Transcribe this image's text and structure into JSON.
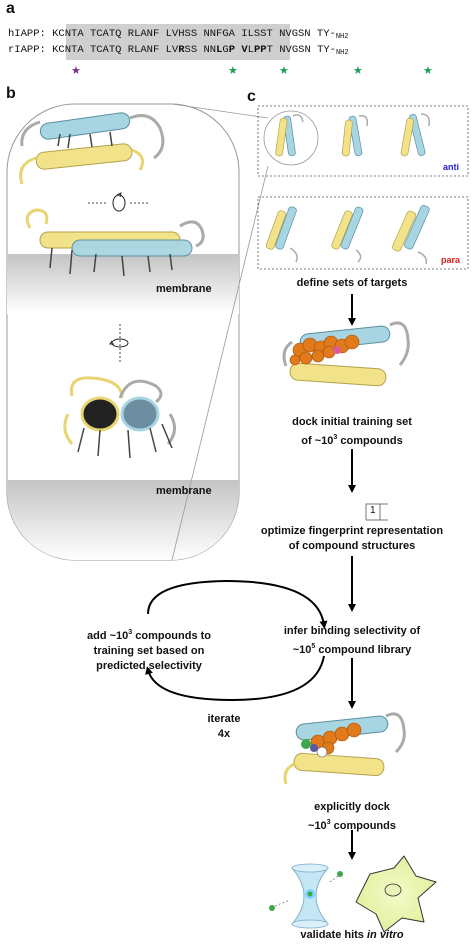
{
  "panels": {
    "a": "a",
    "b": "b",
    "c": "c"
  },
  "sequences": {
    "h_label": "hIAPP:",
    "r_label": "rIAPP:",
    "h_blocks": [
      "KCNTA",
      "TCATQ",
      "RLANF",
      "LVHSS",
      "NNFGA",
      "ILSST",
      "NVGSN",
      "TY-"
    ],
    "r_blocks": [
      "KCNTA",
      "TCATQ",
      "RLANF",
      "LVRSS",
      "NNLGP",
      "VLPPT",
      "NVGSN",
      "TY-"
    ],
    "c_terminal": "NH2"
  },
  "membrane_label": "membrane",
  "tags": {
    "anti": "anti",
    "para": "para"
  },
  "steps": {
    "define": "define sets of  targets",
    "dock1": "dock initial training set",
    "dock2_pre": "of ~10",
    "dock2_sup": "3",
    "dock2_post": " compounds",
    "box_num": "1",
    "opt1": "optimize fingerprint representation",
    "opt2": "of compound structures",
    "infer1": "infer binding selectivity of",
    "infer2_pre": "~10",
    "infer2_sup": "5",
    "infer2_post": " compound library",
    "add1_pre": "add ~10",
    "add1_sup": "3",
    "add1_post": " compounds to",
    "add2": "training set based on",
    "add3": "predicted selectivity",
    "iter1": "iterate",
    "iter2": "4x",
    "exp1": "explicitly dock",
    "exp2_pre": "~10",
    "exp2_sup": "3",
    "exp2_post": " compounds",
    "validate_pre": "validate hits ",
    "validate_it": "in vitro"
  },
  "colors": {
    "helix_blue": "#a8d5e2",
    "helix_yellow": "#f2e28a",
    "highlight": "#cfcfcf",
    "star": "#1aa05a",
    "anti": "#2222cc",
    "para": "#e01b1b",
    "ligand": "#e07a1a"
  }
}
